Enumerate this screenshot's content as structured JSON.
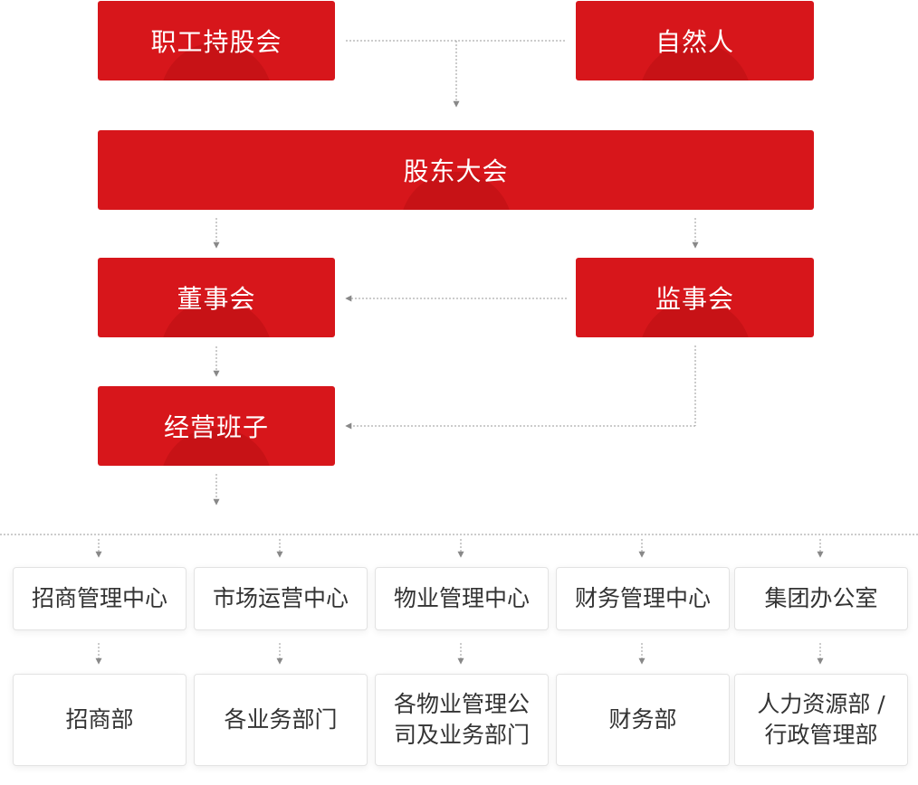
{
  "colors": {
    "primary": "#d7161b",
    "connector": "#999999",
    "text": "#333333"
  },
  "top_nodes": {
    "employee_union": "职工持股会",
    "natural_person": "自然人",
    "shareholders_meeting": "股东大会",
    "board_of_directors": "董事会",
    "supervisory_board": "监事会",
    "management_team": "经营班子"
  },
  "departments": [
    {
      "center": "招商管理中心",
      "sub": "招商部"
    },
    {
      "center": "市场运营中心",
      "sub": "各业务部门"
    },
    {
      "center": "物业管理中心",
      "sub": "各物业管理公\n司及业务部门"
    },
    {
      "center": "财务管理中心",
      "sub": "财务部"
    },
    {
      "center": "集团办公室",
      "sub": "人力资源部 /\n行政管理部"
    }
  ]
}
